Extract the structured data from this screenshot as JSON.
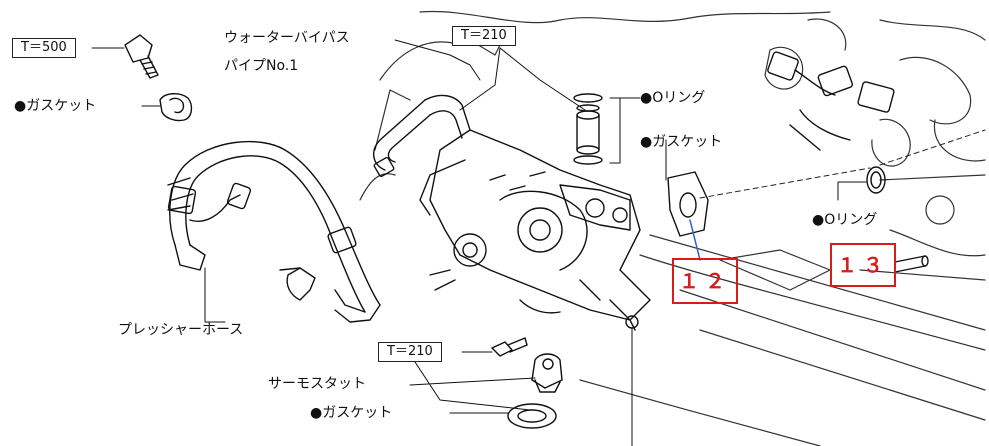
{
  "labels": {
    "torque_500": "T＝500",
    "torque_210_top": "T＝210",
    "torque_210_bottom": "T＝210",
    "water_bypass_line1": "ウォーターバイパス",
    "water_bypass_line2": "パイプNo.1",
    "gasket_left": "●ガスケット",
    "o_ring_top": "●Oリング",
    "gasket_mid": "●ガスケット",
    "o_ring_right": "●Oリング",
    "pressure_hose": "プレッシャーホース",
    "thermostat": "サーモスタット",
    "gasket_bottom": "●ガスケット"
  },
  "callouts": {
    "num_12": "１２",
    "num_13": "１３",
    "box_color": "#d81b1b"
  },
  "icons": [
    "bolt-icon",
    "gasket-icon",
    "o-ring-icon",
    "hose-icon",
    "pump-housing-icon",
    "thermostat-icon"
  ]
}
